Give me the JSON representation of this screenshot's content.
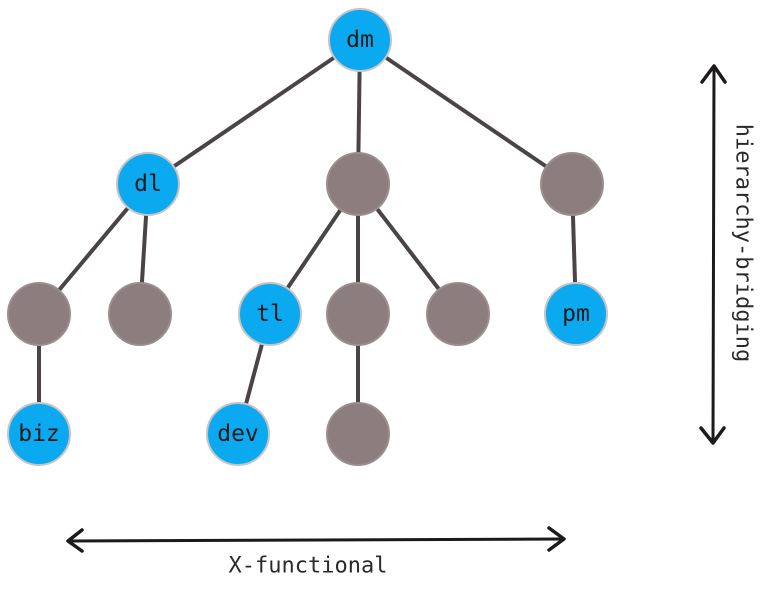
{
  "colors": {
    "highlight": "#0aa9f0",
    "plain": "#8c7e7e",
    "edge": "#4a4446",
    "arrow": "#1c1a1a"
  },
  "nodes": [
    {
      "id": "n0",
      "label": "dm",
      "highlighted": true
    },
    {
      "id": "n1",
      "label": "dl",
      "highlighted": true
    },
    {
      "id": "n2",
      "label": "",
      "highlighted": false
    },
    {
      "id": "n3",
      "label": "",
      "highlighted": false
    },
    {
      "id": "n4",
      "label": "",
      "highlighted": false
    },
    {
      "id": "n5",
      "label": "",
      "highlighted": false
    },
    {
      "id": "n6",
      "label": "tl",
      "highlighted": true
    },
    {
      "id": "n7",
      "label": "",
      "highlighted": false
    },
    {
      "id": "n8",
      "label": "",
      "highlighted": false
    },
    {
      "id": "n9",
      "label": "pm",
      "highlighted": true
    },
    {
      "id": "n10",
      "label": "biz",
      "highlighted": true
    },
    {
      "id": "n11",
      "label": "dev",
      "highlighted": true
    },
    {
      "id": "n12",
      "label": "",
      "highlighted": false
    }
  ],
  "edges": [
    {
      "from": "n0",
      "to": "n1"
    },
    {
      "from": "n0",
      "to": "n2"
    },
    {
      "from": "n0",
      "to": "n3"
    },
    {
      "from": "n1",
      "to": "n4"
    },
    {
      "from": "n1",
      "to": "n5"
    },
    {
      "from": "n2",
      "to": "n6"
    },
    {
      "from": "n2",
      "to": "n7"
    },
    {
      "from": "n2",
      "to": "n8"
    },
    {
      "from": "n3",
      "to": "n9"
    },
    {
      "from": "n4",
      "to": "n10"
    },
    {
      "from": "n6",
      "to": "n11"
    },
    {
      "from": "n7",
      "to": "n12"
    }
  ],
  "axes": {
    "horizontal_label": "X-functional",
    "vertical_label": "hierarchy-bridging"
  }
}
